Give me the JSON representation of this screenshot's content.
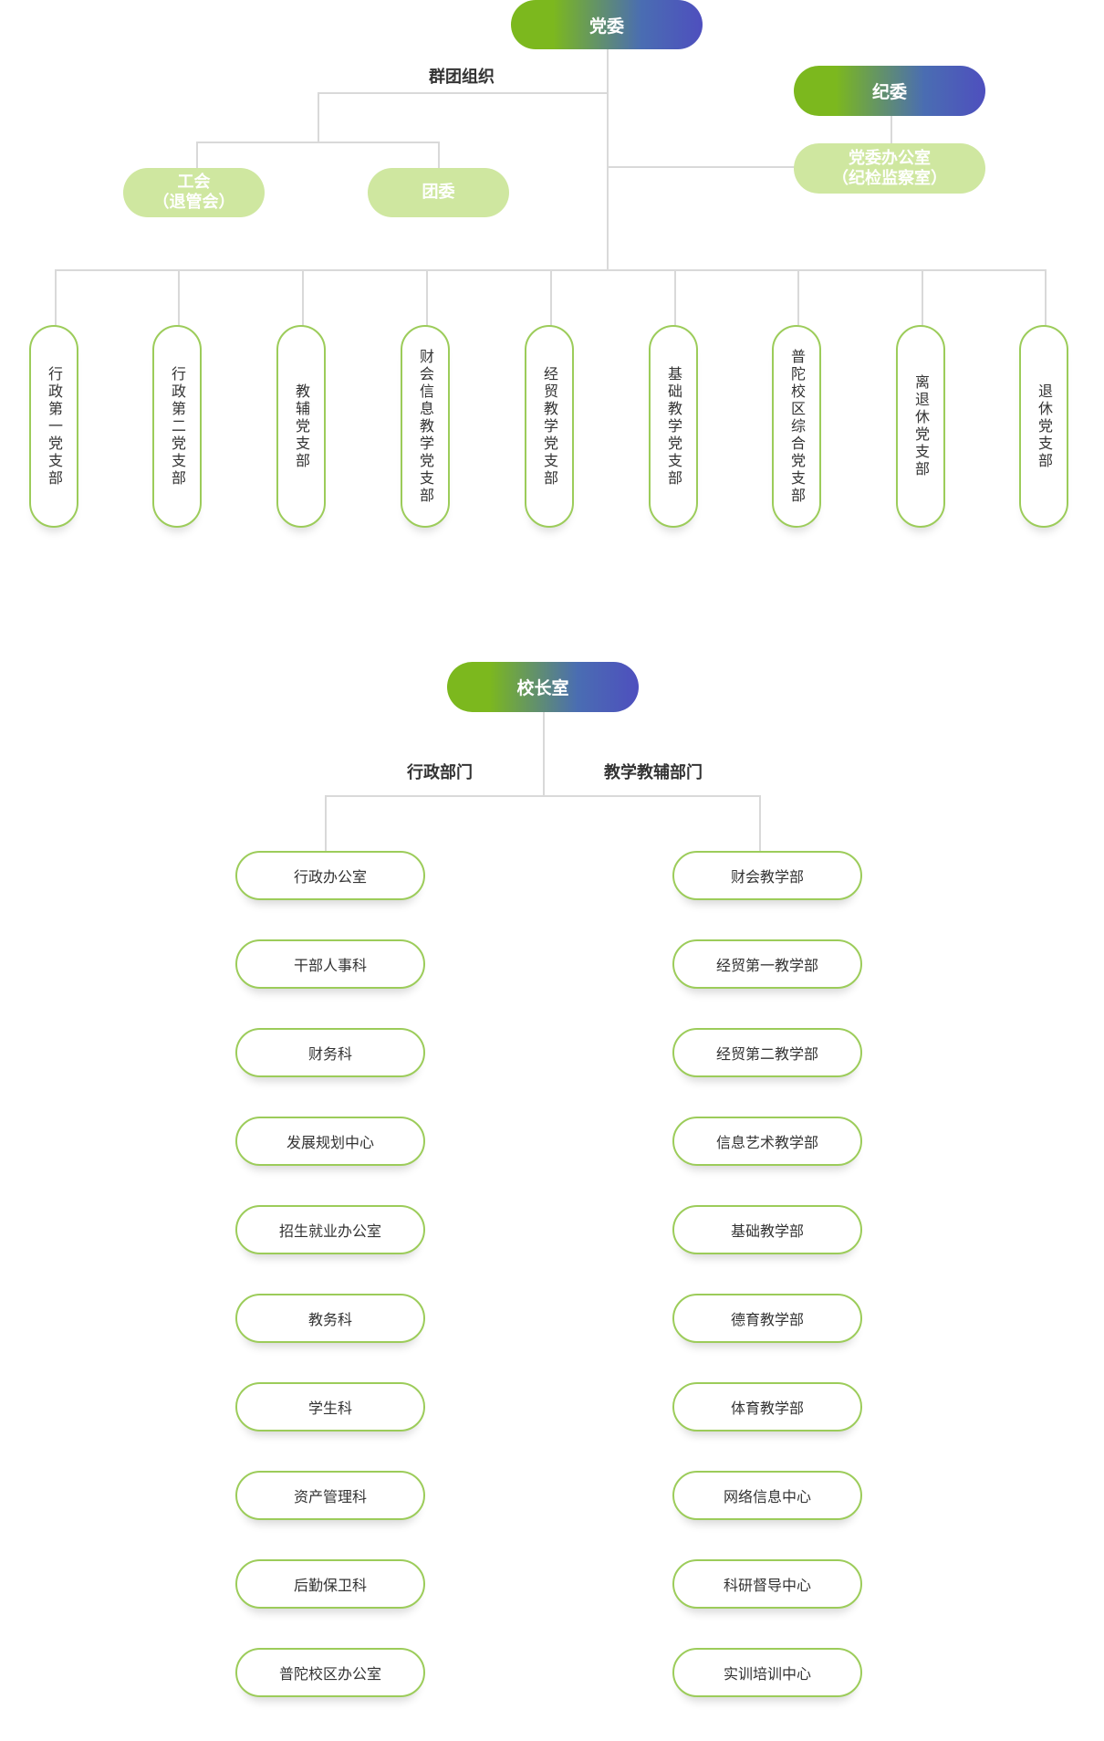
{
  "party": {
    "root": "党委",
    "mass_orgs_label": "群团组织",
    "union_line1": "工会",
    "union_line2": "（退管会）",
    "youth_league": "团委",
    "discipline": "纪委",
    "office_line1": "党委办公室",
    "office_line2": "（纪检监察室）",
    "branches": [
      "行政第一党支部",
      "行政第二党支部",
      "教辅党支部",
      "财会信息教学党支部",
      "经贸教学党支部",
      "基础教学党支部",
      "普陀校区综合党支部",
      "离退休党支部",
      "退休党支部"
    ]
  },
  "admin": {
    "root": "校长室",
    "left_label": "行政部门",
    "right_label": "教学教辅部门",
    "left_items": [
      "行政办公室",
      "干部人事科",
      "财务科",
      "发展规划中心",
      "招生就业办公室",
      "教务科",
      "学生科",
      "资产管理科",
      "后勤保卫科",
      "普陀校区办公室"
    ],
    "right_items": [
      "财会教学部",
      "经贸第一教学部",
      "经贸第二教学部",
      "信息艺术教学部",
      "基础教学部",
      "德育教学部",
      "体育教学部",
      "网络信息中心",
      "科研督导中心",
      "实训培训中心"
    ]
  }
}
